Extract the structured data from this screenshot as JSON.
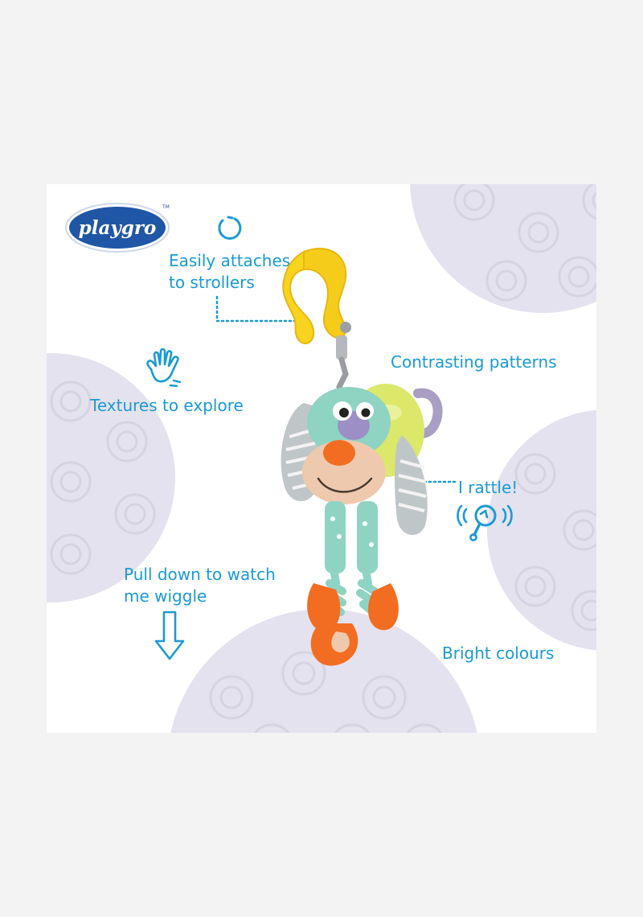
{
  "brand": {
    "logo_text": "playgro",
    "trademark": "TM"
  },
  "features": {
    "attach": {
      "line1": "Easily attaches",
      "line2": "to strollers"
    },
    "patterns": "Contrasting patterns",
    "textures": "Textures to explore",
    "rattle": "I rattle!",
    "wiggle": {
      "line1": "Pull down to watch",
      "line2": "me wiggle"
    },
    "colours": "Bright colours"
  },
  "icons": {
    "attach": "ring-clip-icon",
    "textures": "hand-icon",
    "rattle": "rattle-icon",
    "wiggle": "down-arrow-icon"
  },
  "colors": {
    "accent": "#1a9ad6",
    "background": "#ffffff",
    "blob": "#e4e2ee",
    "clip": "#f6cc1a",
    "toy_mint": "#8fd3c3",
    "toy_orange": "#f26d22",
    "logo_blue": "#1f56a6"
  }
}
